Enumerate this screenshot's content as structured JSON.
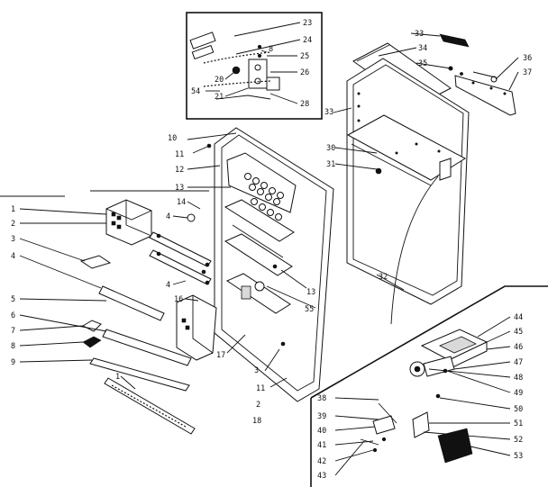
{
  "callouts": {
    "c1": "1",
    "c2": "2",
    "c3": "3",
    "c4": "4",
    "c5": "5",
    "c6": "6",
    "c7": "7",
    "c8": "8",
    "c9": "9",
    "c1b": "1",
    "c10": "10",
    "c11": "11",
    "c12": "12",
    "c13": "13",
    "c14": "14",
    "c4b": "4",
    "c4c": "4",
    "c16": "16",
    "c13b": "13",
    "c55": "55",
    "c17": "17",
    "c3b": "3",
    "c11b": "11",
    "c2b": "2",
    "c18": "18",
    "c23": "23",
    "c24": "24",
    "c8b": "8",
    "c25": "25",
    "c26": "26",
    "c20": "20",
    "c54": "54",
    "c21": "21",
    "c28": "28",
    "c33": "33",
    "c34": "34",
    "c35": "35",
    "c36": "36",
    "c37": "37",
    "c33b": "33",
    "c30": "30",
    "c31": "31",
    "c32": "32",
    "c44": "44",
    "c45": "45",
    "c46": "46",
    "c47": "47",
    "c48": "48",
    "c49": "49",
    "c50": "50",
    "c51": "51",
    "c52": "52",
    "c53": "53",
    "c38": "38",
    "c39": "39",
    "c40": "40",
    "c41": "41",
    "c42": "42",
    "c43": "43"
  }
}
